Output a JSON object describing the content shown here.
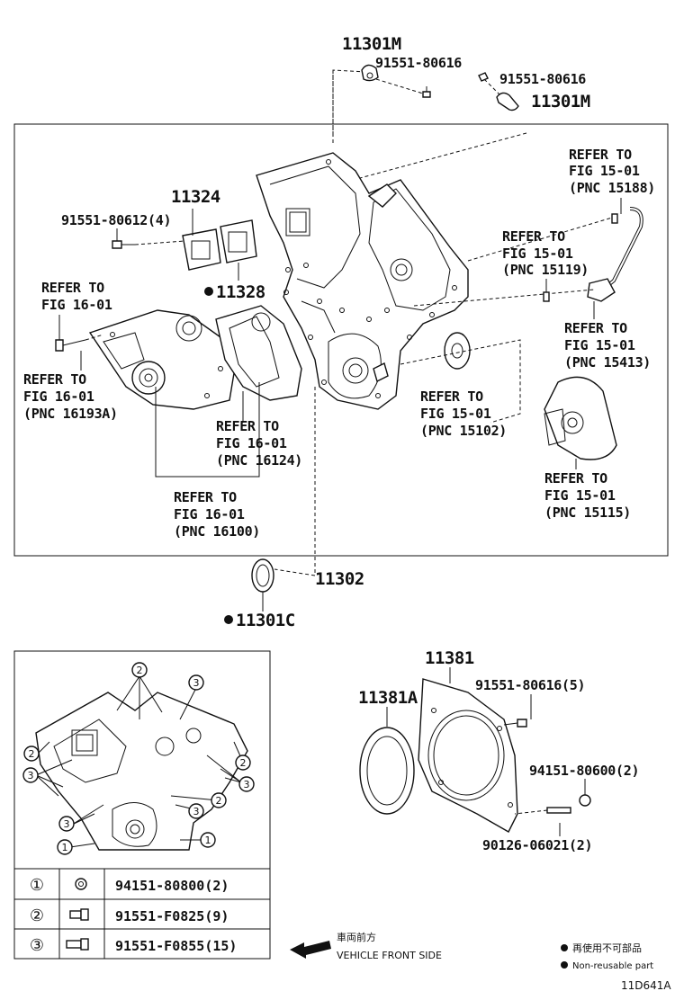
{
  "labels": {
    "p11301m_top": "11301M",
    "p91551_80616_a": "91551-80616",
    "p91551_80616_b": "91551-80616",
    "p11301m_right": "11301M",
    "ref_15188": [
      "REFER TO",
      "FIG 15-01",
      "(PNC 15188)"
    ],
    "p11324": "11324",
    "p91551_80612": "91551-80612(4)",
    "ref_15119": [
      "REFER TO",
      "FIG 15-01",
      "(PNC 15119)"
    ],
    "p11328": "11328",
    "ref_16_01_a": [
      "REFER TO",
      "FIG 16-01"
    ],
    "ref_15413": [
      "REFER TO",
      "FIG 15-01",
      "(PNC 15413)"
    ],
    "ref_16193a": [
      "REFER TO",
      "FIG 16-01",
      "(PNC 16193A)"
    ],
    "ref_15102": [
      "REFER TO",
      "FIG 15-01",
      "(PNC 15102)"
    ],
    "ref_16124": [
      "REFER TO",
      "FIG 16-01",
      "(PNC 16124)"
    ],
    "ref_15115": [
      "REFER TO",
      "FIG 15-01",
      "(PNC 15115)"
    ],
    "ref_16100": [
      "REFER TO",
      "FIG 16-01",
      "(PNC 16100)"
    ],
    "p11302": "11302",
    "p11301c": "11301C",
    "p11381": "11381",
    "p11381a": "11381A",
    "p91551_80616_5": "91551-80616(5)",
    "p94151_80600": "94151-80600(2)",
    "p90126_06021": "90126-06021(2)"
  },
  "legend": {
    "rows": [
      {
        "num": "①",
        "part": "94151-80800(2)"
      },
      {
        "num": "②",
        "part": "91551-F0825(9)"
      },
      {
        "num": "③",
        "part": "91551-F0855(15)"
      }
    ]
  },
  "footer": {
    "direction_jp": "車両前方",
    "direction_en": "VEHICLE FRONT SIDE",
    "nonreusable_jp": "再使用不可部品",
    "nonreusable_en": "Non-reusable part",
    "code": "11D641A"
  }
}
